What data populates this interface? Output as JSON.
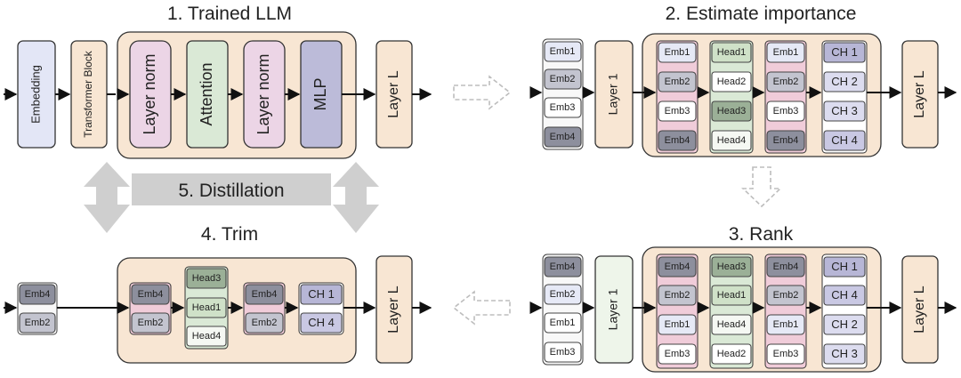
{
  "titles": {
    "step1": "1. Trained LLM",
    "step2": "2. Estimate importance",
    "step3": "3. Rank",
    "step4": "4. Trim",
    "step5": "5. Distillation"
  },
  "panel1": {
    "embedding": "Embedding",
    "transformer_block": "Transformer Block",
    "inner": [
      "Layer norm",
      "Attention",
      "Layer norm",
      "MLP"
    ],
    "layer_l": "Layer L"
  },
  "panel2": {
    "emb_stack": [
      "Emb1",
      "Emb2",
      "Emb3",
      "Emb4"
    ],
    "layer1": "Layer 1",
    "col_emb_a": [
      "Emb1",
      "Emb2",
      "Emb3",
      "Emb4"
    ],
    "col_heads": [
      "Head1",
      "Head2",
      "Head3",
      "Head4"
    ],
    "col_emb_b": [
      "Emb1",
      "Emb2",
      "Emb3",
      "Emb4"
    ],
    "col_ch": [
      "CH 1",
      "CH 2",
      "CH 3",
      "CH 4"
    ],
    "layer_l": "Layer L"
  },
  "panel3": {
    "emb_stack": [
      "Emb4",
      "Emb2",
      "Emb1",
      "Emb3"
    ],
    "layer1": "Layer 1",
    "col_emb_a": [
      "Emb4",
      "Emb2",
      "Emb1",
      "Emb3"
    ],
    "col_heads": [
      "Head3",
      "Head1",
      "Head4",
      "Head2"
    ],
    "col_emb_b": [
      "Emb4",
      "Emb2",
      "Emb1",
      "Emb3"
    ],
    "col_ch": [
      "CH 1",
      "CH 4",
      "CH 2",
      "CH 3"
    ],
    "layer_l": "Layer L"
  },
  "panel4": {
    "emb_stack": [
      "Emb4",
      "Emb2"
    ],
    "col_emb_a": [
      "Emb4",
      "Emb2"
    ],
    "col_heads": [
      "Head3",
      "Head1",
      "Head4"
    ],
    "col_emb_b": [
      "Emb4",
      "Emb2"
    ],
    "col_ch": [
      "CH 1",
      "CH 4"
    ],
    "layer_l": "Layer L"
  },
  "colors": {
    "embedding": "#e3e6f6",
    "peach": "#f8e6d3",
    "pink": "#ecd5e6",
    "green": "#dae9d6",
    "purple": "#bcbbd9",
    "emb_dark": "#8d8f9d",
    "emb_mid": "#c3c4cf",
    "emb_white": "#ffffff",
    "emb_light": "#e6e9f6",
    "head_dark": "#9bb097",
    "head_light": "#dae9d6",
    "head_white": "#f5f8f3",
    "ch_dark": "#b7b6d6",
    "ch_light": "#dcdcef"
  }
}
